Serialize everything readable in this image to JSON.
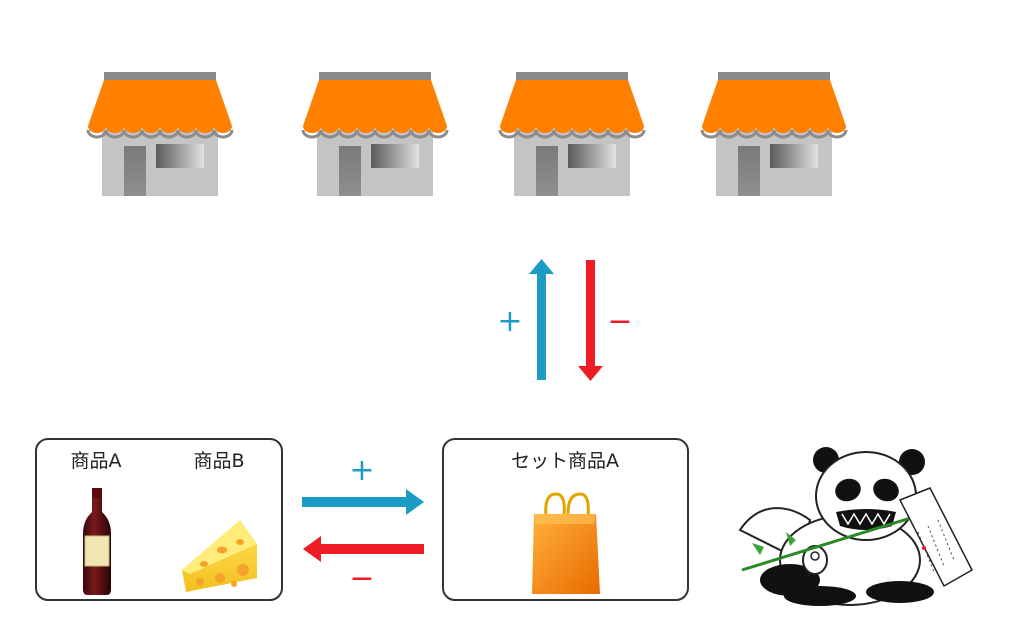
{
  "colors": {
    "increase": "#1a9cc4",
    "decrease": "#ee1c25",
    "awning": "#ff8000",
    "awning_bar": "#8a8a8a",
    "store_wall": "#c4c4c4",
    "box_border": "#333333"
  },
  "stores": {
    "count": 4,
    "icon": "store-icon"
  },
  "vertical_arrows": {
    "up_sign": "+",
    "down_sign": "−"
  },
  "products_box": {
    "product_a_label": "商品A",
    "product_b_label": "商品B",
    "product_a_icon": "wine-bottle-icon",
    "product_b_icon": "cheese-icon"
  },
  "horizontal_arrows": {
    "right_sign": "+",
    "left_sign": "−"
  },
  "set_box": {
    "label": "セット商品A",
    "icon": "shopping-bag-icon"
  },
  "mascot": {
    "icon": "panda-mascot-icon"
  }
}
